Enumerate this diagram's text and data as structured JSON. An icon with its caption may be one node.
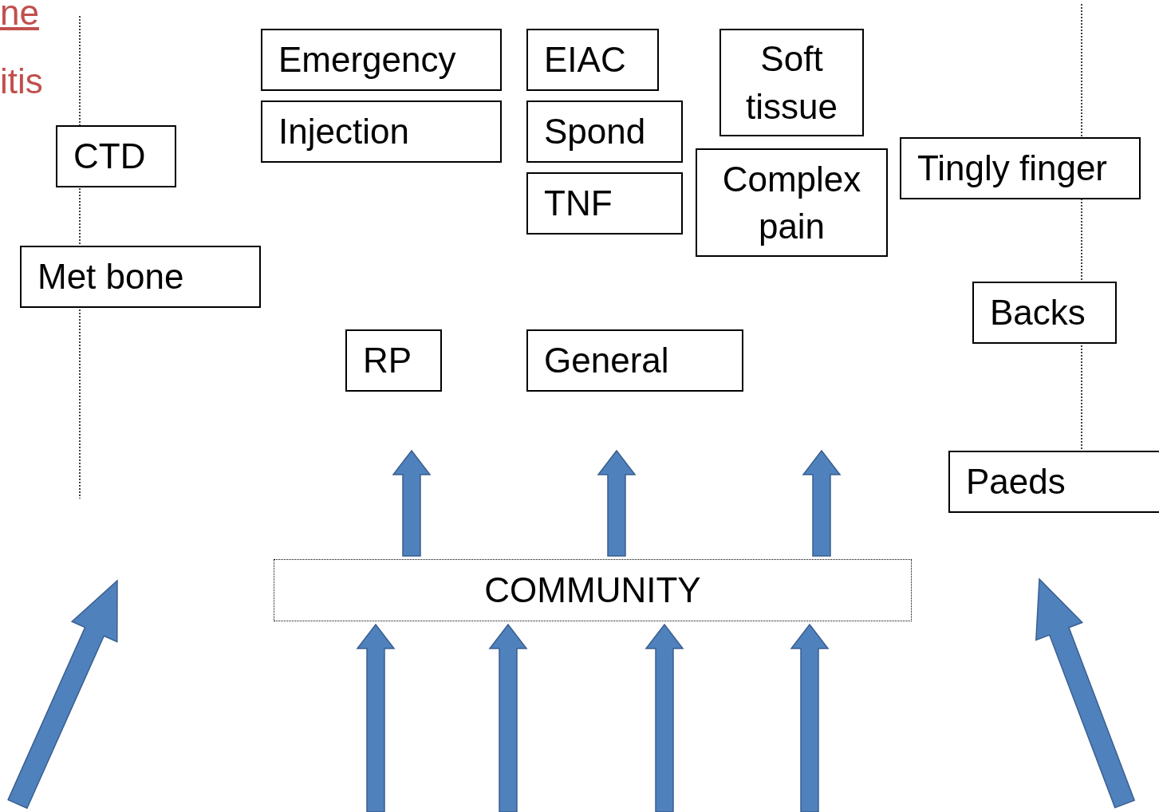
{
  "diagram": {
    "nodes": [
      {
        "text": [
          "Emergency"
        ]
      },
      {
        "text": [
          "EIAC"
        ]
      },
      {
        "text": [
          "Soft tissue"
        ]
      },
      {
        "text": [
          "Injection"
        ]
      },
      {
        "text": [
          "Spond"
        ]
      },
      {
        "text": [
          "CTD"
        ]
      },
      {
        "text": [
          "Tingly finger"
        ]
      },
      {
        "text": [
          "TNF"
        ]
      },
      {
        "text": [
          "Complex pain"
        ]
      },
      {
        "text": [
          "Met bone"
        ]
      },
      {
        "text": [
          "Backs"
        ]
      },
      {
        "text": [
          "RP"
        ]
      },
      {
        "text": [
          "General"
        ]
      },
      {
        "text": [
          "Paeds"
        ]
      },
      {
        "text": [
          "COMMUNITY"
        ]
      }
    ],
    "edges": [
      {
        "from": 14,
        "to": 11,
        "arrow": "to"
      },
      {
        "from": 14,
        "to": 12,
        "arrow": "to"
      },
      {
        "from": 14,
        "to": null,
        "arrow": "to"
      },
      {
        "from": null,
        "to": 14,
        "arrow": "to"
      },
      {
        "from": null,
        "to": 14,
        "arrow": "to"
      },
      {
        "from": null,
        "to": 14,
        "arrow": "to"
      },
      {
        "from": null,
        "to": 14,
        "arrow": "to"
      }
    ],
    "labels": [
      "ne",
      "itis"
    ]
  }
}
